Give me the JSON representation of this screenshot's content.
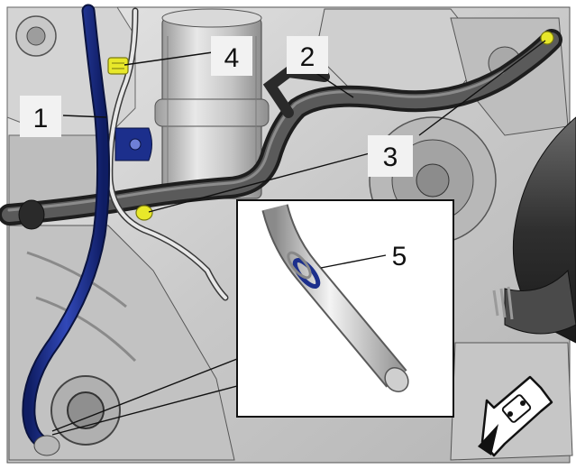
{
  "callouts": [
    {
      "id": "1",
      "text": "1"
    },
    {
      "id": "2",
      "text": "2"
    },
    {
      "id": "3",
      "text": "3"
    },
    {
      "id": "4",
      "text": "4"
    },
    {
      "id": "5",
      "text": "5"
    }
  ],
  "colors": {
    "background": "#ffffff",
    "engine_light": "#d9d9d9",
    "engine_mid": "#a8a8a8",
    "engine_dark": "#5a5a5a",
    "hose_dark": "#3a3a3a",
    "highlight_tube": "#1c2f8c",
    "connector": "#e8e82a",
    "inset_border": "#111111",
    "label_box": "#f2f2f2"
  },
  "icons": {
    "front_arrow": "front-direction-arrow-icon"
  }
}
